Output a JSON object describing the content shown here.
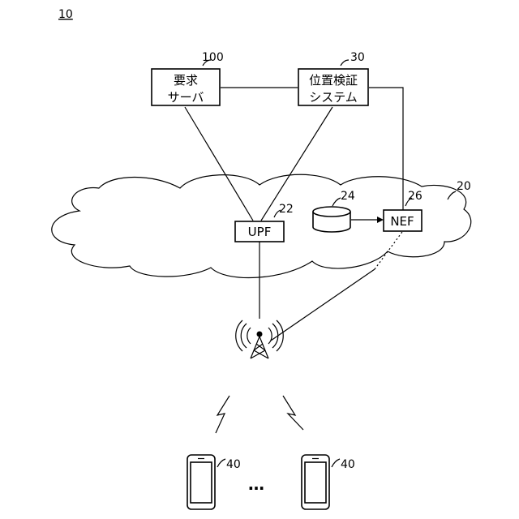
{
  "figure_label": "10",
  "request_server": {
    "ref": "100",
    "label_line1": "要求",
    "label_line2": "サーバ"
  },
  "location_system": {
    "ref": "30",
    "label_line1": "位置検証",
    "label_line2": "システム"
  },
  "network": {
    "ref": "20"
  },
  "upf": {
    "ref": "22",
    "label": "UPF"
  },
  "database": {
    "ref": "24"
  },
  "nef": {
    "ref": "26",
    "label": "NEF"
  },
  "terminals": [
    {
      "ref": "40"
    },
    {
      "ref": "40"
    }
  ],
  "ellipsis": "…"
}
